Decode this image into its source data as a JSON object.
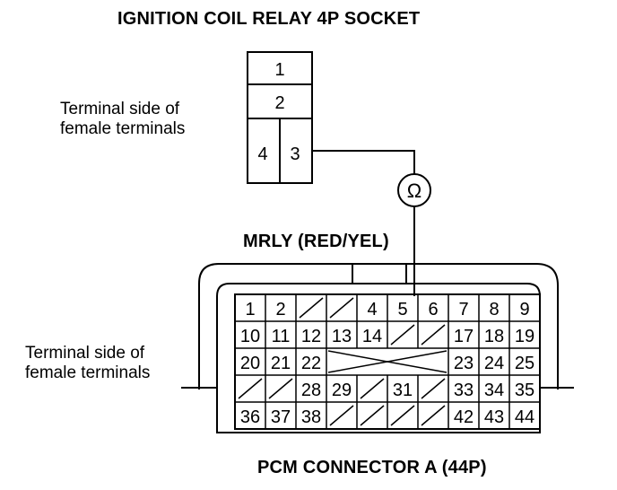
{
  "relay": {
    "title": "IGNITION COIL RELAY 4P SOCKET",
    "note_line1": "Terminal side of",
    "note_line2": "female terminals",
    "terminals": [
      "1",
      "2",
      "4",
      "3"
    ]
  },
  "meter": {
    "symbol": "Ω"
  },
  "wire_label": "MRLY (RED/YEL)",
  "pcm": {
    "note_line1": "Terminal side of",
    "note_line2": "female terminals",
    "title": "PCM CONNECTOR A (44P)",
    "rows": [
      [
        "1",
        "2",
        "",
        "",
        "4",
        "5",
        "6",
        "7",
        "8",
        "9"
      ],
      [
        "10",
        "11",
        "12",
        "13",
        "14",
        "",
        "",
        "17",
        "18",
        "19"
      ],
      [
        "20",
        "21",
        "22",
        "",
        "",
        "",
        "",
        "23",
        "24",
        "25"
      ],
      [
        "",
        "",
        "28",
        "29",
        "",
        "31",
        "",
        "33",
        "34",
        "35"
      ],
      [
        "36",
        "37",
        "38",
        "",
        "",
        "",
        "",
        "42",
        "43",
        "44"
      ]
    ]
  }
}
